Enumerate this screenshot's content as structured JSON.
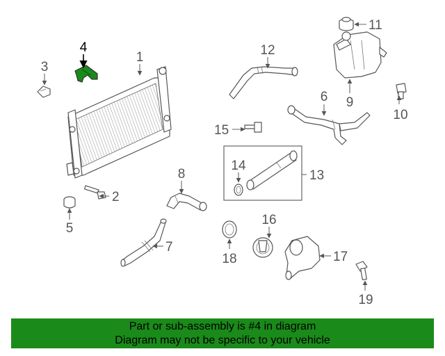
{
  "callouts": {
    "n1": "1",
    "n2": "2",
    "n3": "3",
    "n4": "4",
    "n5": "5",
    "n6": "6",
    "n7": "7",
    "n8": "8",
    "n9": "9",
    "n10": "10",
    "n11": "11",
    "n12": "12",
    "n13": "13",
    "n14": "14",
    "n15": "15",
    "n16": "16",
    "n17": "17",
    "n18": "18",
    "n19": "19"
  },
  "highlight_color": "#1a8a1a",
  "banner": {
    "line1": "Part or sub-assembly is #4 in diagram",
    "line2": "Diagram may not be specific to your vehicle"
  }
}
